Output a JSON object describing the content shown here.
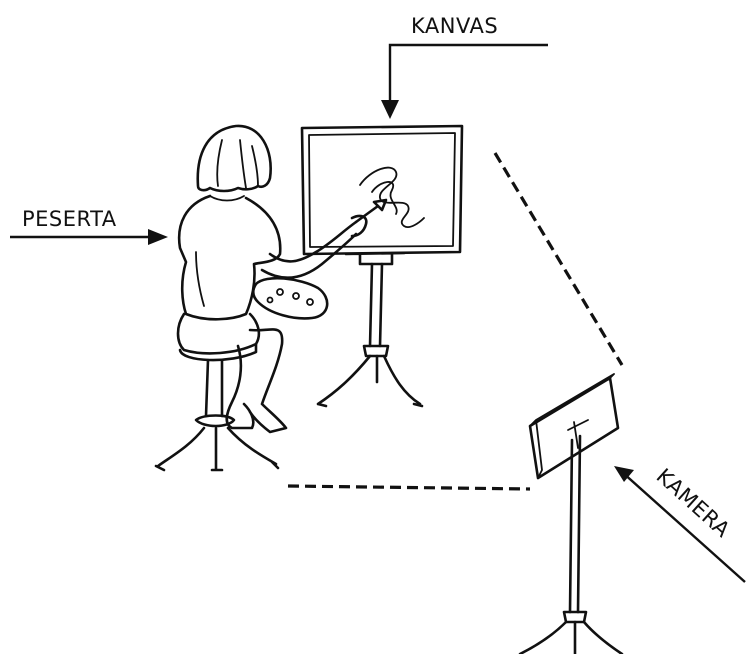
{
  "labels": {
    "canvas": "KANVAS",
    "participant": "PESERTA",
    "camera": "KAMERA"
  },
  "colors": {
    "ink": "#111111",
    "background": "#ffffff"
  }
}
